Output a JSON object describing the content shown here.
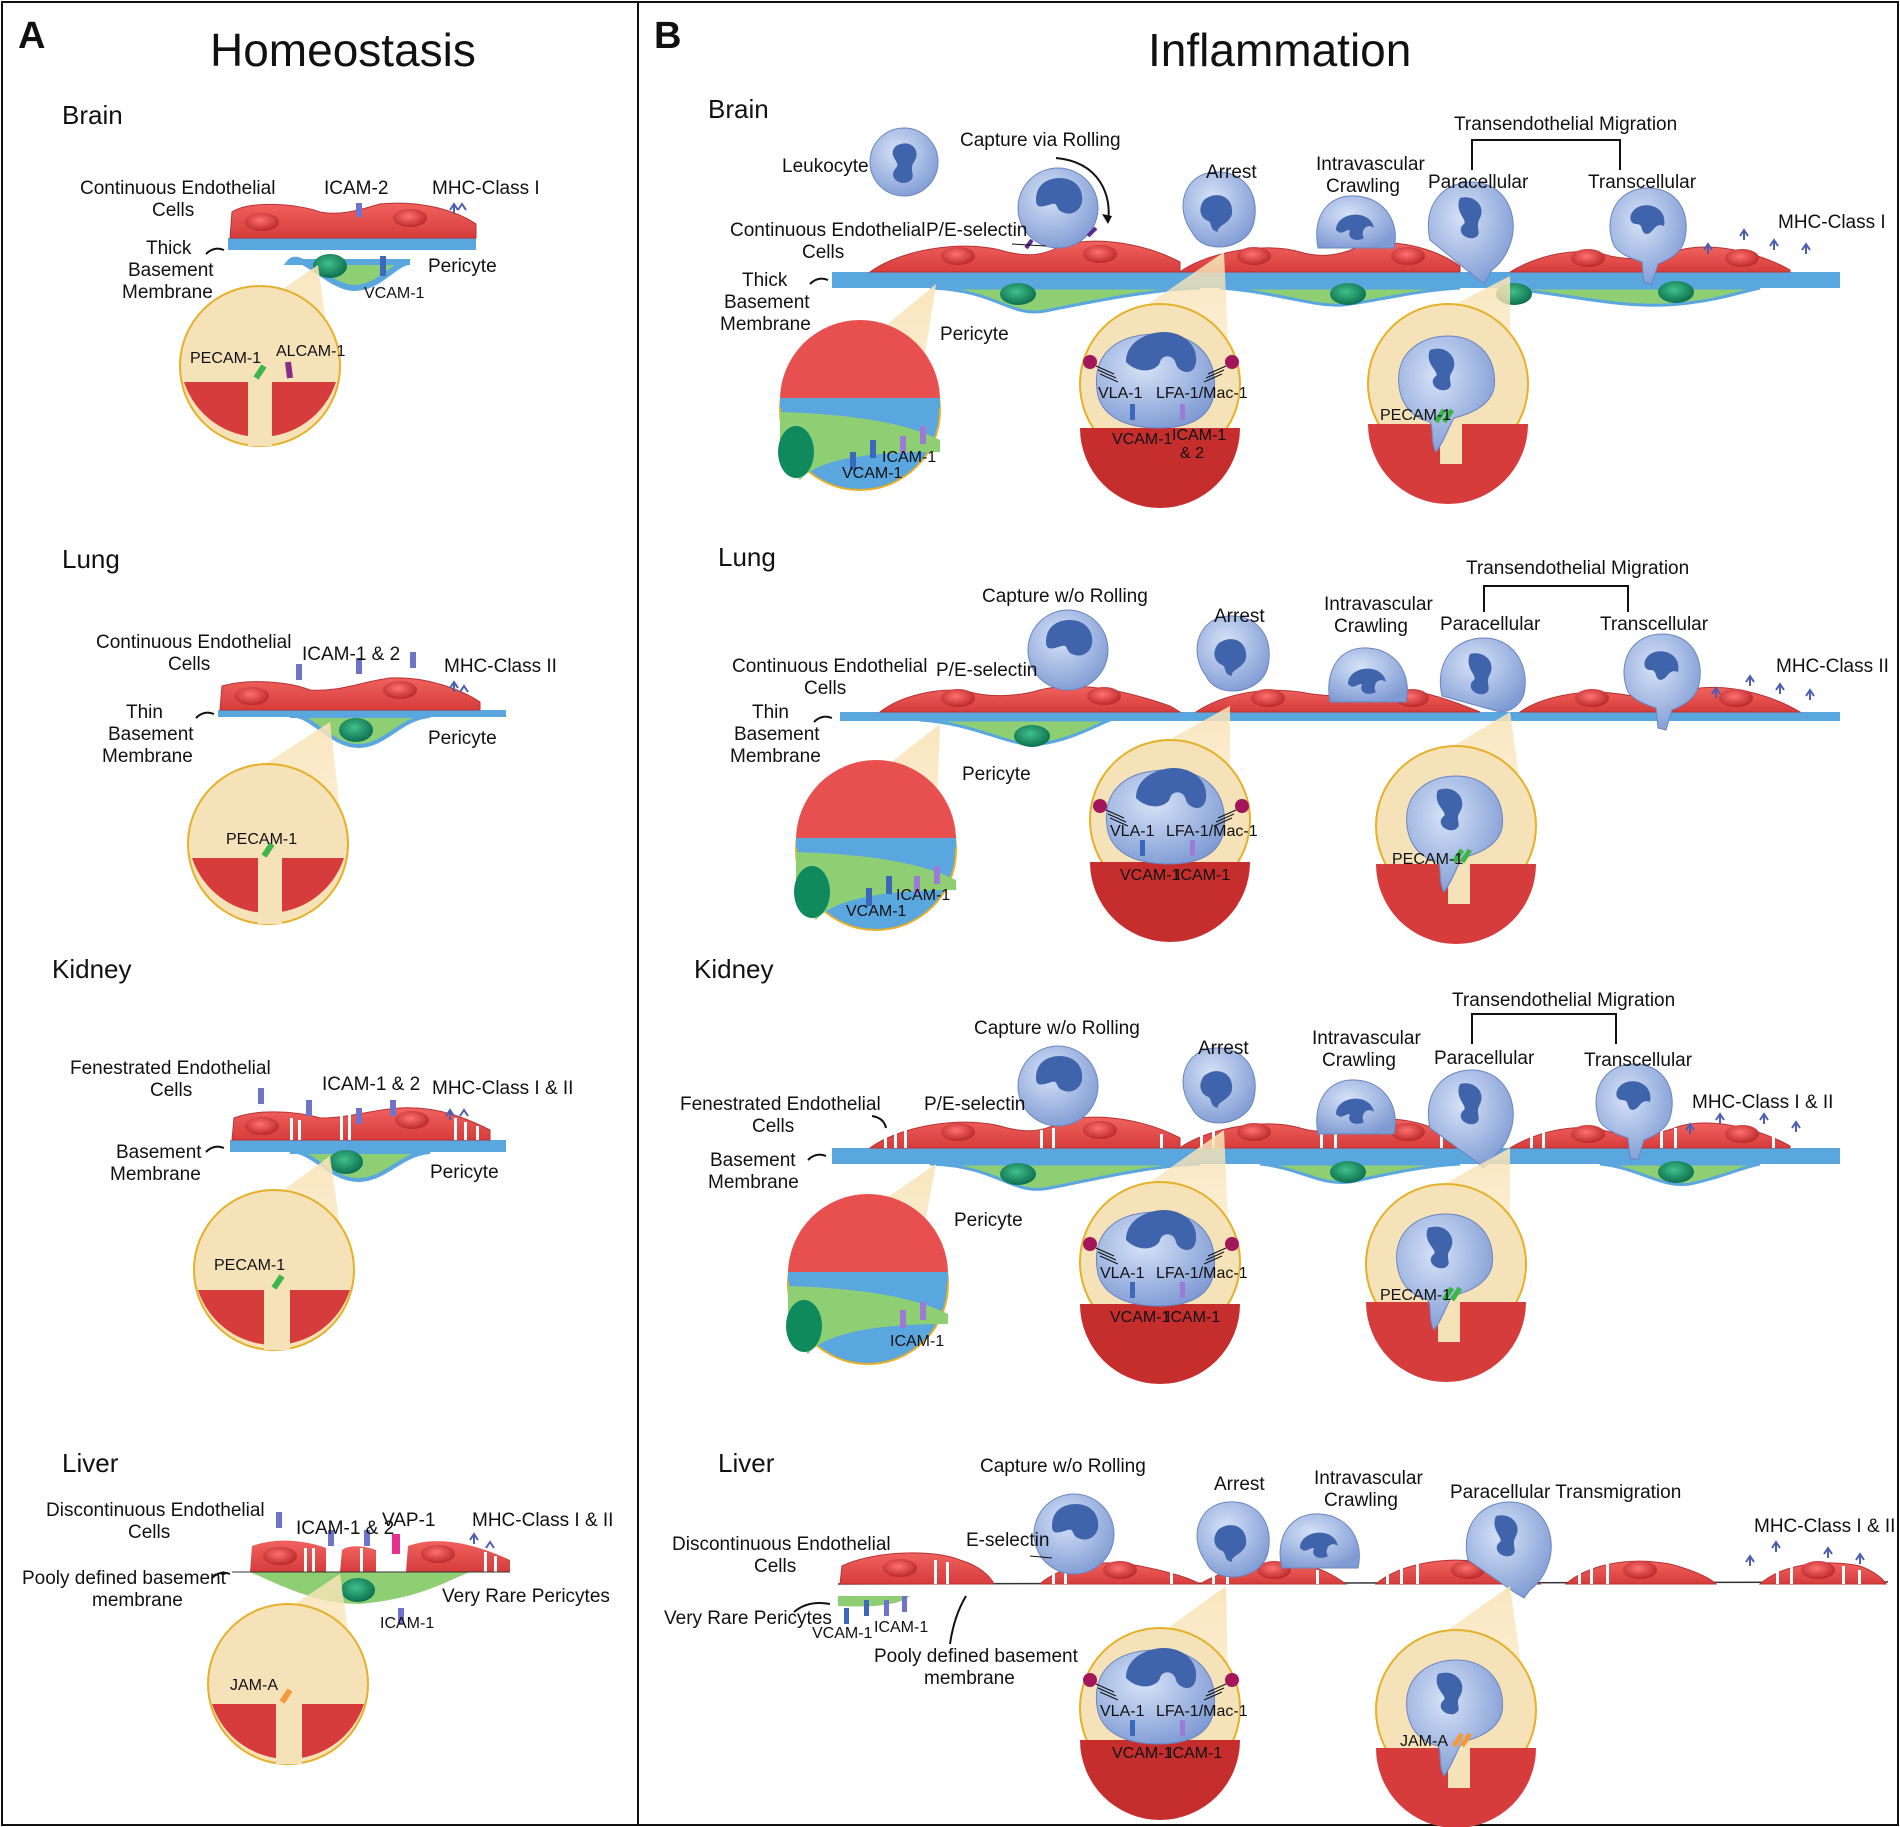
{
  "panels": {
    "a": {
      "letter": "A",
      "title": "Homeostasis",
      "organs": [
        {
          "name": "Brain",
          "labels": {
            "cells": [
              "Continuous Endothelial",
              "Cells"
            ],
            "membrane": [
              "Thick",
              "Basement",
              "Membrane"
            ],
            "icam": "ICAM-2",
            "mhc": "MHC-Class I",
            "pericyte": "Pericyte",
            "vcam": "VCAM-1"
          },
          "zoom": [
            "PECAM-1",
            "ALCAM-1"
          ]
        },
        {
          "name": "Lung",
          "labels": {
            "cells": [
              "Continuous Endothelial",
              "Cells"
            ],
            "membrane": [
              "Thin",
              "Basement",
              "Membrane"
            ],
            "icam": "ICAM-1 & 2",
            "mhc": "MHC-Class II",
            "pericyte": "Pericyte"
          },
          "zoom": [
            "PECAM-1"
          ]
        },
        {
          "name": "Kidney",
          "labels": {
            "cells": [
              "Fenestrated Endothelial",
              "Cells"
            ],
            "membrane": [
              "Basement",
              "Membrane"
            ],
            "icam": "ICAM-1 & 2",
            "mhc": "MHC-Class I & II",
            "pericyte": "Pericyte"
          },
          "zoom": [
            "PECAM-1"
          ]
        },
        {
          "name": "Liver",
          "labels": {
            "cells": [
              "Discontinuous Endothelial",
              "Cells"
            ],
            "membrane": [
              "Pooly defined basement",
              "membrane"
            ],
            "icam": "ICAM-1 & 2",
            "vap": "VAP-1",
            "mhc": "MHC-Class I & II",
            "pericyte": "Very Rare Pericytes",
            "icam_b": "ICAM-1"
          },
          "zoom": [
            "JAM-A"
          ]
        }
      ]
    },
    "b": {
      "letter": "B",
      "title": "Inflammation",
      "organs": [
        {
          "name": "Brain",
          "steps": [
            "Capture via Rolling",
            "Arrest",
            "Intravascular",
            "Crawling",
            "Paracellular",
            "Transcellular"
          ],
          "migration": "Transendothelial Migration",
          "labels": {
            "leukocyte": "Leukocyte",
            "cells": [
              "Continuous Endothelial",
              "Cells"
            ],
            "membrane": [
              "Thick",
              "Basement",
              "Membrane"
            ],
            "selectin": "P/E-selectin",
            "mhc": "MHC-Class I",
            "pericyte": "Pericyte"
          },
          "zoom_left": [
            "ICAM-1",
            "VCAM-1"
          ],
          "zoom_mid": [
            "VLA-1",
            "LFA-1/Mac-1",
            "VCAM-1",
            "ICAM-1",
            "& 2"
          ],
          "zoom_right": [
            "PECAM-1"
          ]
        },
        {
          "name": "Lung",
          "steps": [
            "Capture w/o Rolling",
            "Arrest",
            "Intravascular",
            "Crawling",
            "Paracellular",
            "Transcellular"
          ],
          "migration": "Transendothelial Migration",
          "labels": {
            "cells": [
              "Continuous Endothelial",
              "Cells"
            ],
            "membrane": [
              "Thin",
              "Basement",
              "Membrane"
            ],
            "selectin": "P/E-selectin",
            "mhc": "MHC-Class II",
            "pericyte": "Pericyte"
          },
          "zoom_left": [
            "ICAM-1",
            "VCAM-1"
          ],
          "zoom_mid": [
            "VLA-1",
            "LFA-1/Mac-1",
            "VCAM-1",
            "ICAM-1"
          ],
          "zoom_right": [
            "PECAM-1"
          ]
        },
        {
          "name": "Kidney",
          "steps": [
            "Capture w/o Rolling",
            "Arrest",
            "Intravascular",
            "Crawling",
            "Paracellular",
            "Transcellular"
          ],
          "migration": "Transendothelial Migration",
          "labels": {
            "cells": [
              "Fenestrated Endothelial",
              "Cells"
            ],
            "membrane": [
              "Basement",
              "Membrane"
            ],
            "selectin": "P/E-selectin",
            "mhc": "MHC-Class I & II",
            "pericyte": "Pericyte"
          },
          "zoom_left": [
            "ICAM-1"
          ],
          "zoom_mid": [
            "VLA-1",
            "LFA-1/Mac-1",
            "VCAM-1",
            "ICAM-1"
          ],
          "zoom_right": [
            "PECAM-1"
          ]
        },
        {
          "name": "Liver",
          "steps": [
            "Capture w/o Rolling",
            "Arrest",
            "Intravascular",
            "Crawling",
            "Paracellular Transmigration"
          ],
          "labels": {
            "cells": [
              "Discontinuous Endothelial",
              "Cells"
            ],
            "selectin": "E-selectin",
            "mhc": "MHC-Class I & II",
            "pericyte": "Very Rare Pericytes",
            "membrane": [
              "Pooly defined basement",
              "membrane"
            ],
            "vcam": "VCAM-1",
            "icam": "ICAM-1"
          },
          "zoom_mid": [
            "VLA-1",
            "LFA-1/Mac-1",
            "VCAM-1",
            "ICAM-1"
          ],
          "zoom_right": [
            "JAM-A"
          ]
        }
      ]
    }
  },
  "colors": {
    "endothelial": "#e8504f",
    "endothelial_dark": "#c0302f",
    "nucleus": "#c82a2a",
    "basement": "#5aa6df",
    "pericyte": "#8fcf74",
    "pericyte_nucleus": "#0f8a5c",
    "leukocyte": "#9bb6e6",
    "leukocyte_nucleus": "#3d5fa8",
    "zoom_bg": "#f6e2b8",
    "zoom_ring": "#e5b02a",
    "receptor": "#6f73c9",
    "pecam": "#3cb54a",
    "alcam": "#8a2a8a",
    "vap": "#e8318f",
    "jam": "#f39a3c",
    "integrin_head": "#a3175a"
  }
}
